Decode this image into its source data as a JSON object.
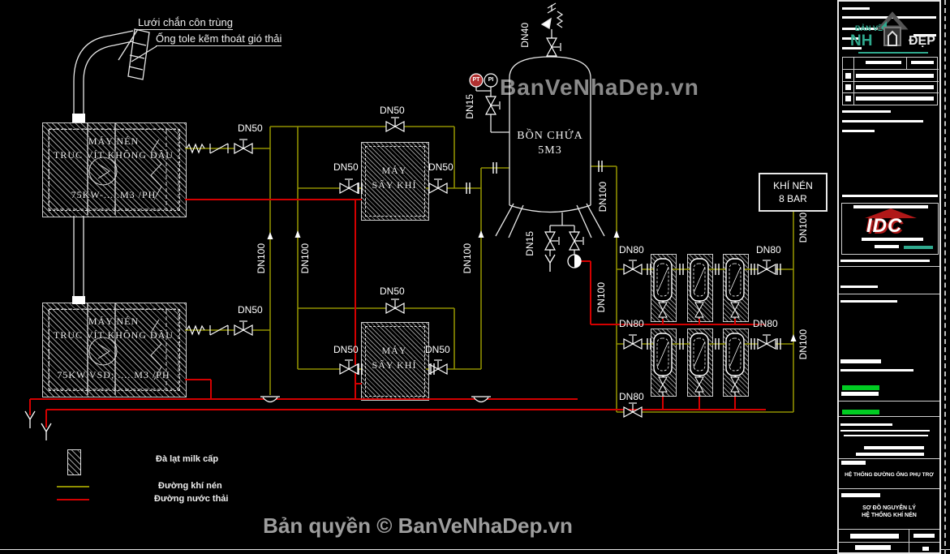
{
  "annotations": {
    "insect_screen": "Lưới chắn côn trùng",
    "exhaust_duct": "Ống tole kẽm thoát gió thải"
  },
  "equipment": {
    "compressor1": {
      "l1": "MÁY NÉN",
      "l2": "TRỤC VÍT KHÔNG DẦU",
      "l3": "75KW-.....M3 /PH"
    },
    "compressor2": {
      "l1": "MÁY NÉN",
      "l2": "TRỤC VÍT KHÔNG DẦU",
      "l3": "75KW VSD; .....M3 /PH"
    },
    "dryer1": {
      "l1": "MÁY",
      "l2": "SẤY KHÍ"
    },
    "dryer2": {
      "l1": "MÁY",
      "l2": "SẤY KHÍ"
    },
    "tank": {
      "l1": "BỒN CHỨA",
      "l2": "5M3"
    },
    "outlet": {
      "l1": "KHÍ NÉN",
      "l2": "8 BAR"
    }
  },
  "gauges": {
    "pt": "PT",
    "pi": "PI"
  },
  "pipe_labels": [
    {
      "text": "DN50"
    },
    {
      "text": "DN50"
    },
    {
      "text": "DN50"
    },
    {
      "text": "DN50"
    },
    {
      "text": "DN50"
    },
    {
      "text": "DN50"
    },
    {
      "text": "DN50"
    },
    {
      "text": "DN50"
    },
    {
      "text": "DN40"
    },
    {
      "text": "DN15"
    },
    {
      "text": "DN15"
    },
    {
      "text": "DN100"
    },
    {
      "text": "DN100"
    },
    {
      "text": "DN100"
    },
    {
      "text": "DN100"
    },
    {
      "text": "DN100"
    },
    {
      "text": "DN100"
    },
    {
      "text": "DN100"
    },
    {
      "text": "DN80"
    },
    {
      "text": "DN80"
    },
    {
      "text": "DN80"
    },
    {
      "text": "DN80"
    },
    {
      "text": "DN80"
    }
  ],
  "legend": {
    "items": [
      {
        "label": "Đà lạt milk cấp"
      },
      {
        "label": "Đường khí nén"
      },
      {
        "label": "Đường nước thải"
      }
    ]
  },
  "watermark": {
    "text": "BanVeNhaDep.vn"
  },
  "footer": {
    "caption": "Bản quyền © BanVeNhaDep.vn"
  },
  "titleblock": {
    "brand": {
      "line1": "BẢN VẼ",
      "nh": "NH",
      "dep": "ĐẸP"
    },
    "idc": "IDC",
    "aux_system": "HỆ THỐNG ĐƯỜNG ỐNG PHỤ TRỢ",
    "title_line1": "SƠ ĐỒ NGUYÊN LÝ",
    "title_line2": "HỆ THỐNG KHÍ NÉN"
  },
  "colors": {
    "air_line": "#8f8f00",
    "waste_line": "#d40000",
    "drawing_line": "#e8e8e8",
    "highlight_green": "#00cc22",
    "brand_teal": "#2fa98e",
    "idc_red": "#b01818",
    "watermark_gray": "#8a8a8a"
  }
}
